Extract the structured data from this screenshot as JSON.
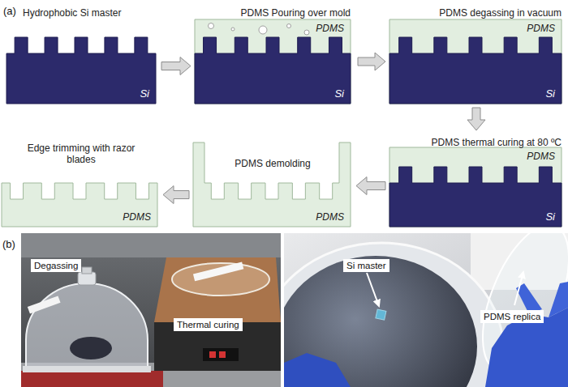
{
  "diagram": {
    "nodes": [
      {
        "text": [
          "Hydrophobic Si master"
        ]
      },
      {
        "text": [
          "Si"
        ],
        "in": 0
      },
      {
        "text": [
          "PDMS Pouring over mold"
        ]
      },
      {
        "text": [
          "PDMS"
        ],
        "in": 2
      },
      {
        "text": [
          "Si"
        ],
        "in": 3
      },
      {
        "text": [
          "PDMS degassing in vacuum"
        ]
      },
      {
        "text": [
          "PDMS"
        ],
        "in": 5
      },
      {
        "text": [
          "Si"
        ],
        "in": 6
      },
      {
        "text": [
          "PDMS thermal curing at 80 ºC"
        ]
      },
      {
        "text": [
          "PDMS"
        ],
        "in": 8
      },
      {
        "text": [
          "Si"
        ],
        "in": 9
      },
      {
        "text": [
          "PDMS demolding"
        ]
      },
      {
        "text": [
          "PDMS"
        ],
        "in": 11
      },
      {
        "text": [
          "Edge trimming with razor blades"
        ]
      },
      {
        "text": [
          "PDMS"
        ],
        "in": 13
      }
    ],
    "edges": [
      {
        "from": 0,
        "to": 2,
        "arrow": "to"
      },
      {
        "from": 2,
        "to": 5,
        "arrow": "to"
      },
      {
        "from": 5,
        "to": 8,
        "arrow": "to"
      },
      {
        "from": 8,
        "to": 11,
        "arrow": "to"
      },
      {
        "from": 11,
        "to": 13,
        "arrow": "to"
      }
    ],
    "labels": [
      "(a)",
      "(b)",
      "Degassing",
      "Thermal curing",
      "Si master",
      "PDMS replica"
    ]
  }
}
